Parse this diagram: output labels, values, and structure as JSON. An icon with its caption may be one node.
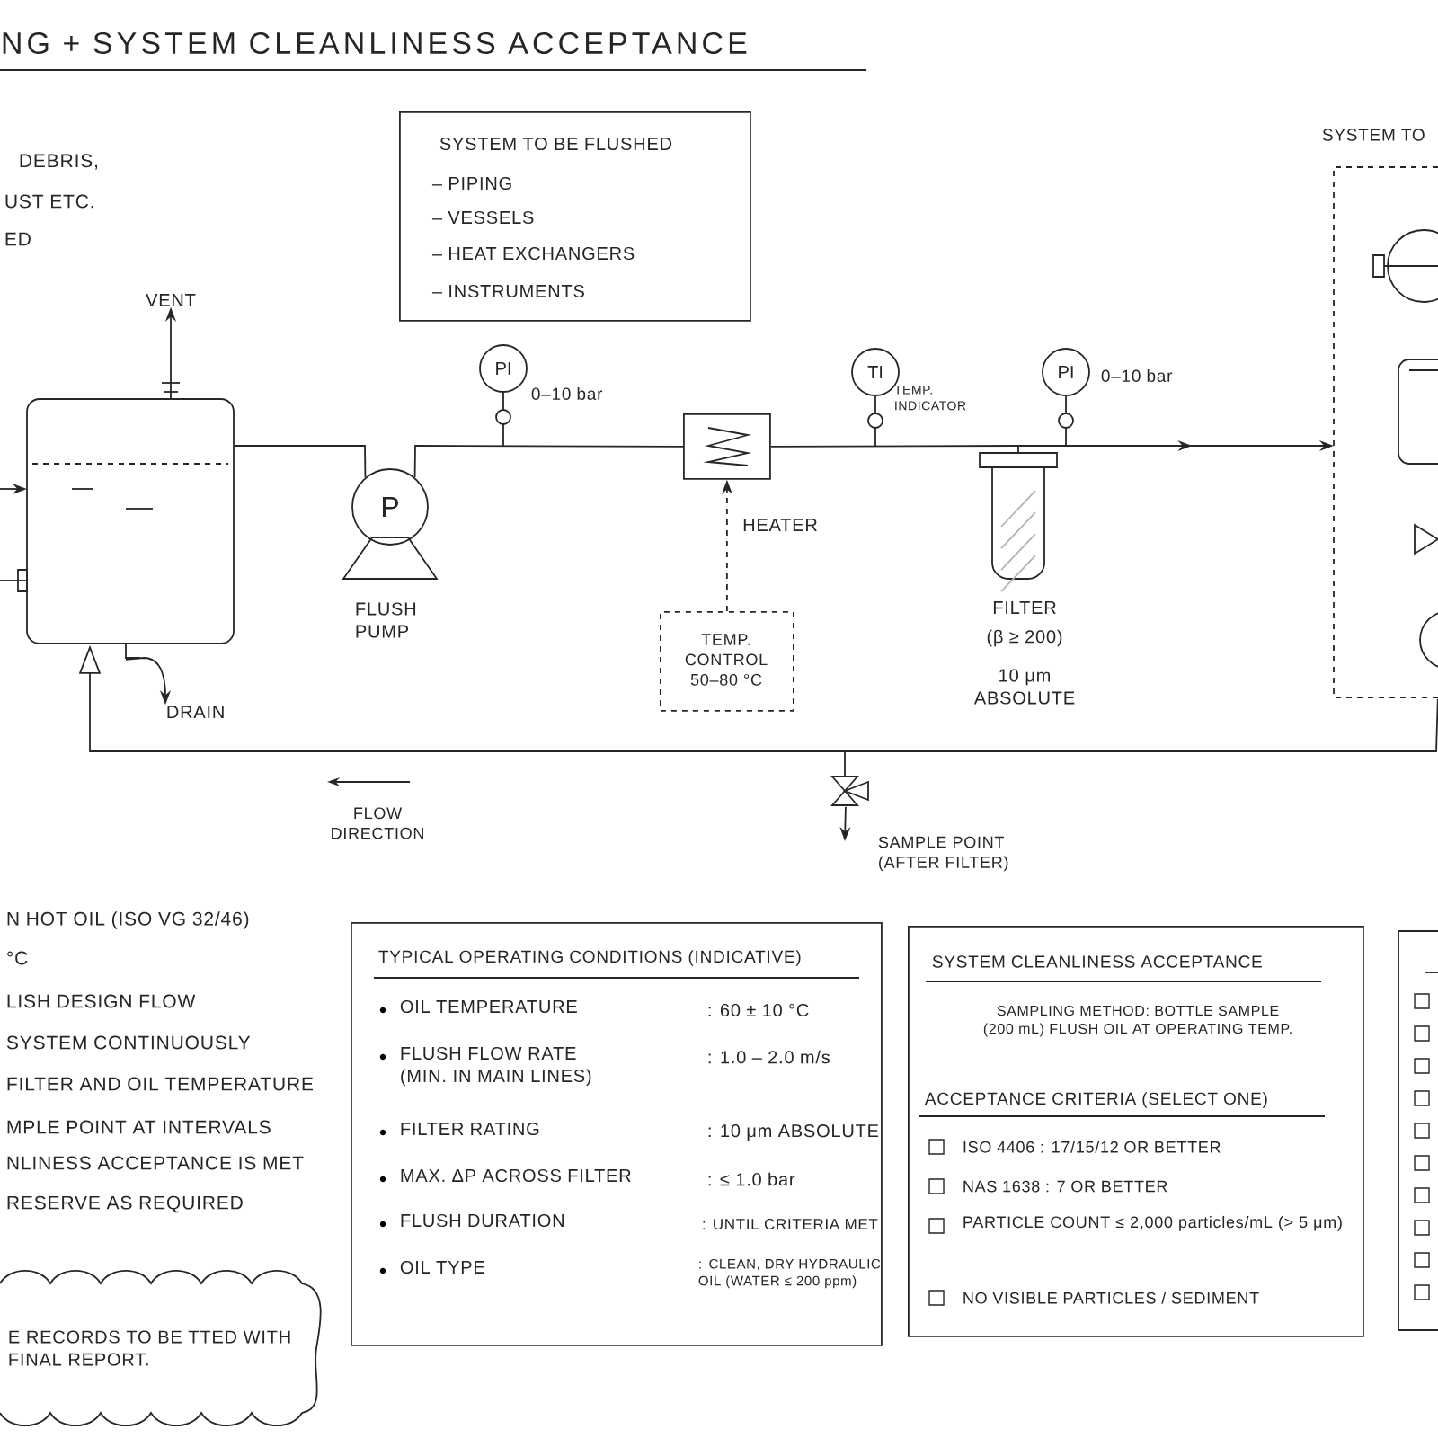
{
  "diagram": {
    "title": "NG + SYSTEM CLEANLINESS ACCEPTANCE",
    "nodes": [
      {
        "text": [
          "SYSTEM TO BE FLUSHED",
          "– PIPING",
          "– VESSELS",
          "– HEAT EXCHANGERS",
          "– INSTRUMENTS"
        ]
      },
      {
        "text": [
          "SYSTEM TO"
        ]
      },
      {
        "text": [
          "VENT"
        ]
      },
      {
        "text": [],
        "shape": "tank"
      },
      {
        "text": [
          "PI"
        ],
        "beside": [
          "0–10 bar"
        ]
      },
      {
        "text": [
          "TI"
        ],
        "beside": [
          "TEMP. INDICATOR"
        ]
      },
      {
        "text": [
          "PI"
        ],
        "beside": [
          "0–10 bar"
        ]
      },
      {
        "text": [],
        "shape": "box",
        "beside": [
          "HEATER"
        ]
      },
      {
        "text": [
          "P"
        ],
        "beside": [
          "FLUSH PUMP"
        ]
      },
      {
        "text": [],
        "shape": "filter",
        "beside": [
          "FILTER",
          "(β ≥ 200)",
          "10 μm ABSOLUTE"
        ]
      },
      {
        "text": [
          "TEMP. CONTROL 50–80 °C"
        ]
      },
      {
        "text": [
          "DRAIN"
        ]
      },
      {
        "text": [],
        "shape": "valve",
        "beside": [
          "SAMPLE POINT (AFTER FILTER)"
        ]
      },
      {
        "text": [
          "E RECORDS TO BE TTED WITH FINAL REPORT."
        ]
      },
      {
        "text": [
          "TYPICAL OPERATING CONDITIONS (INDICATIVE)",
          "OIL TEMPERATURE",
          ": 60 ± 10 °C",
          "FLUSH FLOW RATE (MIN. IN MAIN LINES)",
          ": 1.0 – 2.0 m/s",
          "FILTER RATING",
          ": 10 μm ABSOLUTE",
          "MAX. ΔP ACROSS FILTER",
          ": ≤ 1.0 bar",
          "FLUSH DURATION",
          ": UNTIL CRITERIA MET",
          "OIL TYPE",
          ": CLEAN, DRY HYDRAULIC OIL (WATER ≤ 200 ppm)"
        ]
      },
      {
        "text": [
          "SYSTEM CLEANLINESS ACCEPTANCE",
          "SAMPLING METHOD: BOTTLE SAMPLE (200 mL) FLUSH OIL AT OPERATING TEMP.",
          "ACCEPTANCE CRITERIA (SELECT ONE)",
          "ISO 4406 : 17/15/12 OR BETTER",
          "NAS 1638 : 7 OR BETTER",
          "PARTICLE COUNT ≤ 2,000 particles/mL (> 5 μm)",
          "NO VISIBLE PARTICLES / SEDIMENT"
        ]
      },
      {
        "text": [],
        "shape": "box"
      }
    ],
    "edges": [
      {
        "from": 3,
        "to": 8,
        "arrow": "none"
      },
      {
        "from": 8,
        "to": 7,
        "arrow": "none"
      },
      {
        "from": 7,
        "to": 9,
        "arrow": "none"
      },
      {
        "from": 9,
        "to": 1,
        "arrow": "to"
      },
      {
        "from": 1,
        "to": 3,
        "arrow": "to"
      },
      {
        "from": 10,
        "to": 7,
        "arrow": "to",
        "style": "dashed"
      },
      {
        "from": 3,
        "to": 2,
        "arrow": "to"
      },
      {
        "from": 3,
        "to": 11,
        "arrow": "to"
      },
      {
        "from": null,
        "to": 3,
        "arrow": "to"
      },
      {
        "from": 3,
        "to": null,
        "arrow": "none"
      },
      {
        "from": 12,
        "to": null,
        "arrow": "to"
      }
    ],
    "labels": [
      "DEBRIS,",
      "UST ETC.",
      "ED",
      "FLOW DIRECTION",
      "N HOT OIL (ISO VG 32/46)",
      "°C",
      "LISH DESIGN FLOW",
      "SYSTEM CONTINUOUSLY",
      "FILTER AND OIL TEMPERATURE",
      "MPLE POINT AT INTERVALS",
      "NLINESS ACCEPTANCE IS MET",
      "RESERVE AS REQUIRED"
    ]
  }
}
